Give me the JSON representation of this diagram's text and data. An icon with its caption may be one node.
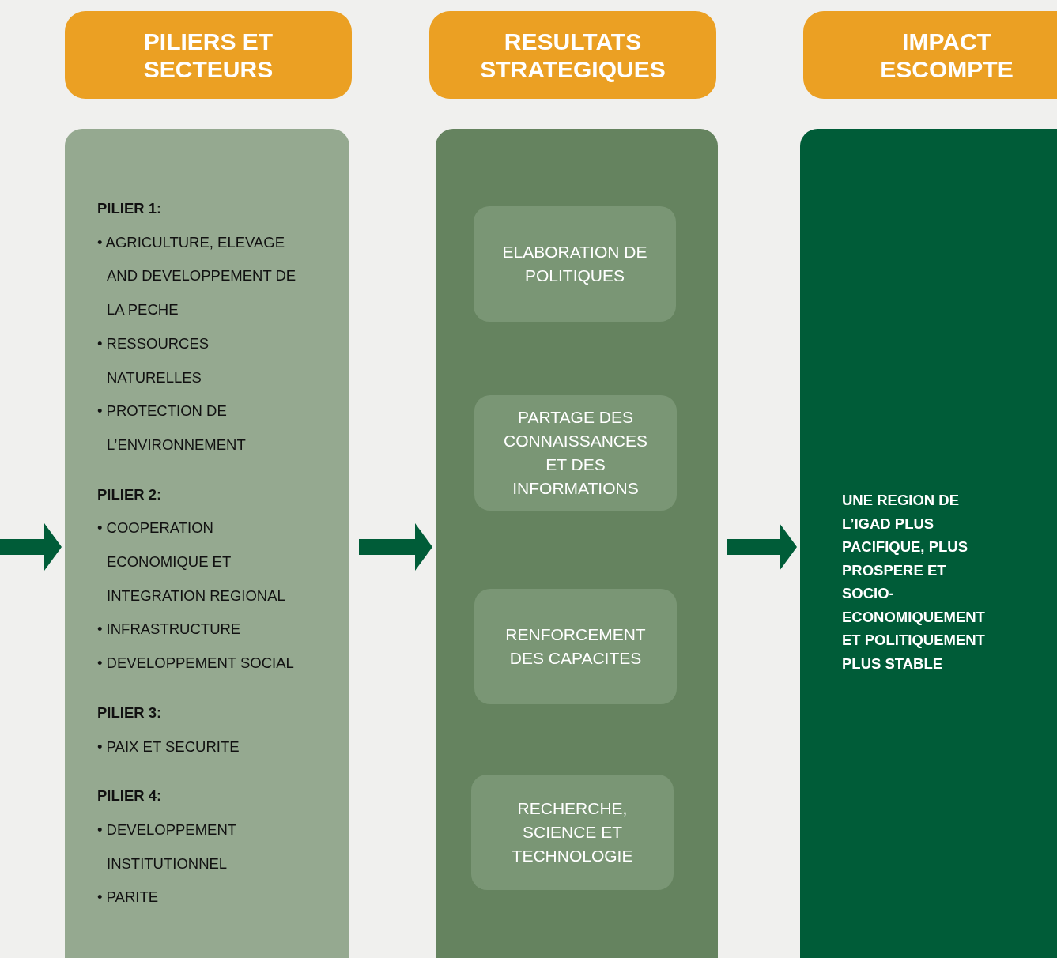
{
  "diagram": {
    "nodes": [
      {
        "text": [
          "PILIERS ET SECTEURS"
        ]
      },
      {
        "text": [
          "RESULTATS STRATEGIQUES"
        ]
      },
      {
        "text": [
          "IMPACT ESCOMPTE"
        ]
      },
      {
        "text": [
          "PILIER 1:",
          "• AGRICULTURE, ELEVAGE AND DEVELOPPEMENT DE LA PECHE",
          "• RESSOURCES NATURELLES",
          "• PROTECTION DE L’ENVIRONNEMENT",
          "PILIER 2:",
          "• COOPERATION ECONOMIQUE ET INTEGRATION REGIONAL",
          "• INFRASTRUCTURE",
          "• DEVELOPPEMENT SOCIAL",
          "PILIER 3:",
          "• PAIX ET SECURITE",
          "PILIER 4:",
          "• DEVELOPPEMENT INSTITUTIONNEL",
          "• PARITE"
        ]
      },
      {
        "text": [],
        "shape": "box"
      },
      {
        "text": [
          "ELABORATION DE  POLITIQUES"
        ],
        "in": 4
      },
      {
        "text": [
          "PARTAGE DES CONNAISSANCES ET DES INFORMATIONS"
        ],
        "in": 4
      },
      {
        "text": [
          "RENFORCEMENT DES CAPACITES"
        ],
        "in": 4
      },
      {
        "text": [
          "RECHERCHE, SCIENCE ET TECHNOLOGIE"
        ],
        "in": 4
      },
      {
        "text": [
          "UNE REGION DE L’IGAD PLUS PACIFIQUE, PLUS PROSPERE ET SOCIO-ECONOMIQUEMENT ET POLITIQUEMENT PLUS STABLE"
        ]
      }
    ],
    "edges": [
      {
        "from": null,
        "to": 3,
        "arrow": "to"
      },
      {
        "from": 3,
        "to": 4,
        "arrow": "to"
      },
      {
        "from": 4,
        "to": 9,
        "arrow": "to"
      }
    ]
  }
}
